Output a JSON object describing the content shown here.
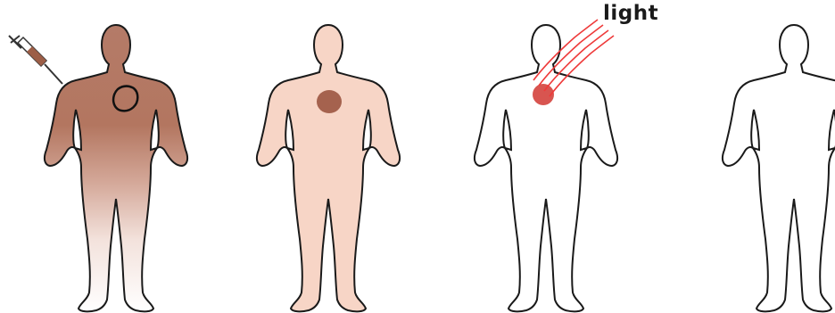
{
  "panels": [
    {
      "id": "figure-1",
      "fill": "gradient-brown",
      "has_syringe": true,
      "lesion": "outlined"
    },
    {
      "id": "figure-2",
      "fill": "#f7d5c6",
      "lesion": "filled"
    },
    {
      "id": "figure-3",
      "fill": "#ffffff",
      "has_light": true,
      "lesion": "filled-red"
    },
    {
      "id": "figure-4",
      "fill": "#ffffff",
      "lesion": "none"
    }
  ],
  "light": {
    "label": "light"
  },
  "colors": {
    "outline": "#1a1a1a",
    "brown_dark": "#a86a52",
    "brown_mid": "#c99a8c",
    "skin": "#f7d5c6",
    "lesion_brown": "#a5624e",
    "light_red": "#ee3a3a",
    "lesion_red": "#d85550"
  }
}
